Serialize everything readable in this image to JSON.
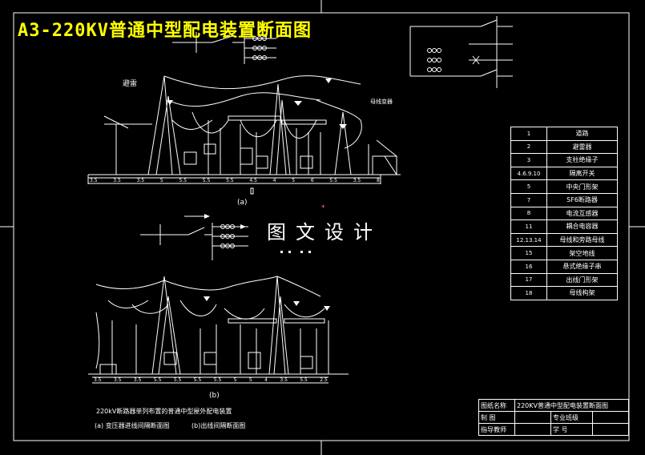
{
  "title": "A3-220KV普通中型配电装置断面图",
  "watermark": "图文设计",
  "labels": {
    "top_left_note": "避雷",
    "main_busbar_note": "母线变器",
    "fig_a": "(a)",
    "fig_b": "(b)",
    "fig_b_note": "220kV断路器单列布置的普通中型屋外配电装置",
    "fig_a_caption": "(a) 变压器进线间隔断面图",
    "fig_b_caption": "(b)出线间隔断面图",
    "dim_a": [
      "3.5",
      "3.5",
      "3.5",
      "5",
      "5.5",
      "5.5",
      "5.5",
      "4.5",
      "4",
      "5",
      "6",
      "5.5",
      "3.5",
      "8"
    ],
    "dim_b": [
      "3.5",
      "3.5",
      "3.5",
      "5.5",
      "5.5",
      "5.5",
      "5.5",
      "5",
      "5",
      "4",
      "3.5",
      "5.5",
      "2.5"
    ]
  },
  "legend": [
    {
      "num": "1",
      "name": "道路"
    },
    {
      "num": "2",
      "name": "避雷器"
    },
    {
      "num": "3",
      "name": "支柱绝缘子"
    },
    {
      "num": "4.6.9.10",
      "name": "隔离开关"
    },
    {
      "num": "5",
      "name": "中央门形架"
    },
    {
      "num": "7",
      "name": "SF6断路器"
    },
    {
      "num": "8",
      "name": "电流互感器"
    },
    {
      "num": "11",
      "name": "耦合电容器"
    },
    {
      "num": "12.13.14",
      "name": "母线和旁路母线"
    },
    {
      "num": "15",
      "name": "架空地线"
    },
    {
      "num": "16",
      "name": "悬式绝缘子串"
    },
    {
      "num": "17",
      "name": "出线门形架"
    },
    {
      "num": "18",
      "name": "母线构架"
    }
  ],
  "title_block": {
    "r1_label": "图纸名称",
    "r1_value": "220KV普通中型配电装置断面图",
    "r2_label": "制 图",
    "r2_mid": "专业班级",
    "r3_label": "指导教师",
    "r3_mid": "学 号"
  }
}
